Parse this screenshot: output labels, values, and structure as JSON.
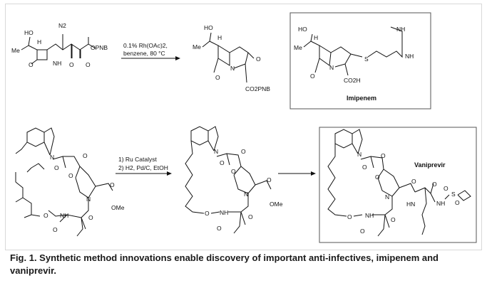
{
  "top_row": {
    "reactant_labels": [
      "HO",
      "H",
      "N2",
      "OPNB",
      "O",
      "NH",
      "O",
      "O"
    ],
    "conditions": [
      "0.1% Rh(OAc)2,",
      "benzene, 80 °C"
    ],
    "product_labels": [
      "HO",
      "H",
      "O",
      "N",
      "O",
      "CO2PNB"
    ],
    "imipenem_labels": [
      "HO",
      "H",
      "NH",
      "NH",
      "S",
      "N",
      "O",
      "CO2H"
    ],
    "imipenem_name": "Imipenem"
  },
  "bottom_row": {
    "reactant_labels": [
      "N",
      "O",
      "O",
      "O",
      "N",
      "O",
      "OMe",
      "O",
      "NH",
      "O",
      "O"
    ],
    "conditions": [
      "1) Ru Catalyst",
      "2) H2, Pd/C, EtOH"
    ],
    "product_labels": [
      "N",
      "O",
      "O",
      "O",
      "N",
      "O",
      "OMe",
      "O",
      "NH",
      "O",
      "O"
    ],
    "vaniprevir_labels": [
      "N",
      "O",
      "O",
      "O",
      "N",
      "O",
      "HN",
      "O",
      "NH",
      "O",
      "O",
      "O",
      "NH",
      "S",
      "O",
      "O"
    ],
    "vaniprevir_name": "Vaniprevir"
  },
  "caption": "Fig. 1. Synthetic method innovations enable discovery of important anti-infectives, imipenem and vaniprevir."
}
